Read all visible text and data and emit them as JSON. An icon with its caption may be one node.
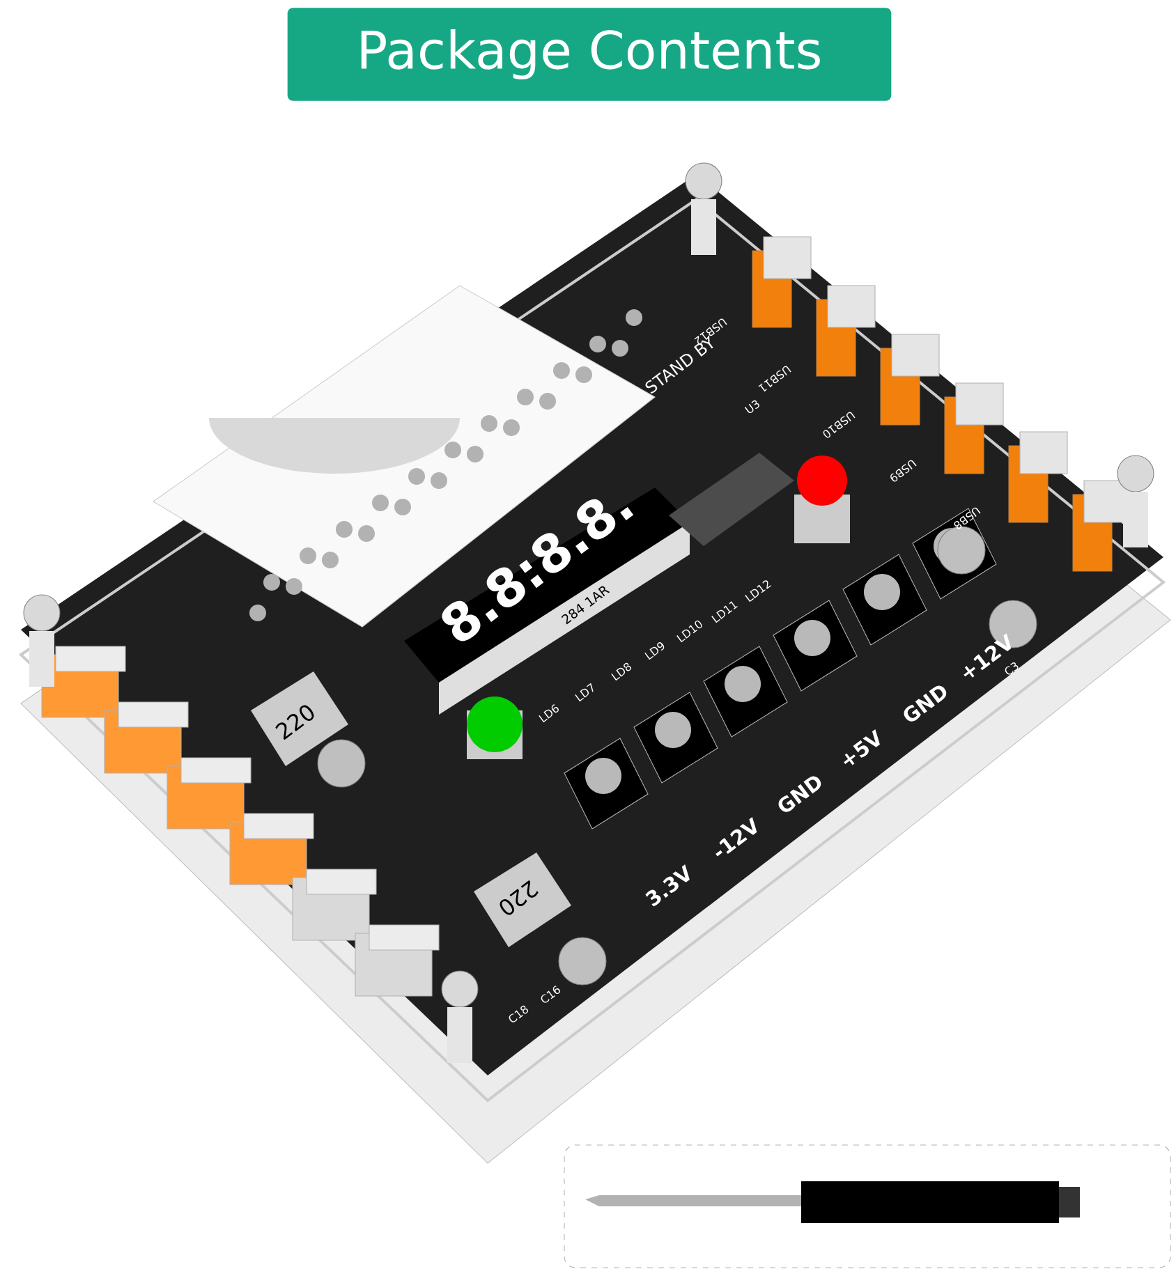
{
  "diagram": {
    "title": "Package Contents",
    "labels": [
      "USB12",
      "STAND BY",
      "USB11",
      "USB10",
      "U3",
      "USB9",
      "USB8",
      "8.8:8.8.",
      "284 1AR",
      "LD6",
      "LD7",
      "LD8",
      "LD9",
      "LD10",
      "LD11",
      "LD12",
      "220",
      "C3",
      "+12V",
      "GND",
      "+5V",
      "GND",
      "-12V",
      "3.3V",
      "220",
      "C18",
      "C16"
    ]
  }
}
